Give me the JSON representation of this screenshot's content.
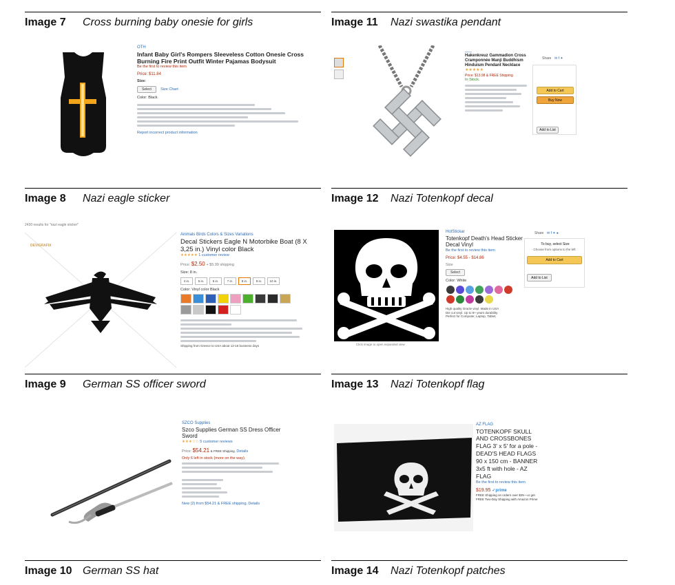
{
  "captions": {
    "img7": {
      "num": "Image 7",
      "title": "Cross burning baby onesie for girls"
    },
    "img11": {
      "num": "Image 11",
      "title": "Nazi swastika pendant"
    },
    "img8": {
      "num": "Image 8",
      "title": "Nazi eagle sticker"
    },
    "img12": {
      "num": "Image 12",
      "title": "Nazi Totenkopf decal"
    },
    "img9": {
      "num": "Image 9",
      "title": "German SS officer sword"
    },
    "img13": {
      "num": "Image 13",
      "title": "Nazi Totenkopf flag"
    },
    "img10": {
      "num": "Image 10",
      "title": "German SS hat"
    },
    "img14": {
      "num": "Image 14",
      "title": "Nazi Totenkopf patches"
    }
  },
  "listing7": {
    "brand": "OTH",
    "title": "Infant Baby Girl's Rompers Sleeveless Cotton Onesie Cross Burning Fire Print Outfit Winter Pajamas Bodysuit",
    "review_link": "Be the first to review this item",
    "price": "Price: $11.84",
    "size_label": "Size:",
    "size_select": "Select",
    "size_chart": "Size Chart",
    "color": "Color: Black",
    "report": "Report incorrect product information"
  },
  "listing11": {
    "title": "Hakenkreuz Gammadion Cross Cramponnée Manji Buddhism Hinduism Pendant Necklace",
    "price": "Price: $13.98 & FREE Shipping",
    "stock": "In Stock.",
    "add_to_cart": "Add to Cart",
    "buy_now": "Buy Now",
    "share": "Share",
    "add_to_list": "Add to List"
  },
  "listing8": {
    "results": "2430 results for \"nazi eagle sticker\"",
    "watermark": "DEVIGRAFIX",
    "brand": "Animals Birds Colors & Sizes Variations",
    "title": "Decal Stickers Eagle N Motorbike Boat (8 X 3,25 in.) Vinyl color Black",
    "reviews": "1 customer review",
    "price": "$2.50",
    "shipping": "+ $5.99 shipping",
    "size": "Size: 8 in.",
    "sizes": [
      "4 in.",
      "5 in.",
      "6 in.",
      "7 in.",
      "8 in.",
      "9 in.",
      "10 in."
    ],
    "color": "Color: Vinyl color Black",
    "swatches": [
      "#e87a2a",
      "#3b8fd9",
      "#2d5fb4",
      "#f2d20a",
      "#ef9fc0",
      "#4caf2d",
      "#3a3a3a",
      "#2a2a2a",
      "#c8a655",
      "#9a9a9a",
      "#c9c9c9",
      "#111111",
      "#d32020",
      "#ffffff"
    ],
    "bullet_last": "Shipping from Greece to USA about 12-16 business days"
  },
  "listing12": {
    "brand": "HotStickar",
    "title": "Totenkopf Death's Head Sticker Decal Vinyl",
    "review_link": "Be the first to review this item",
    "price": "Price: $4.55 - $14.86",
    "size": "Size",
    "select": "Select",
    "color": "Color: White",
    "zoom": "Click image to open expanded view",
    "b1": "High quality Oracle vinyl. Made in USA",
    "b2": "Die cut vinyl. Up to 8+ years durability",
    "b3": "Perfect for Computer, Laptop, Tablet,",
    "share": "Share",
    "buy_prompt": "To buy, select Size",
    "buy_prompt2": "Choose from options to the left",
    "add_to_cart": "Add to Cart",
    "add_to_list": "Add to List",
    "icon_colors": [
      "#3a3a3a",
      "#5a4ad8",
      "#5aa0e0",
      "#3fa35a",
      "#9b6bd8",
      "#e06aa0",
      "#d03a2a",
      "#d03a2a",
      "#2a8a3a",
      "#c03aa0",
      "#3a3a3a",
      "#e8d84a"
    ]
  },
  "listing9": {
    "brand": "SZCO Supplies",
    "title": "Szco Supplies German SS Dress Officer Sword",
    "reviews": "5 customer reviews",
    "price": "$54.21",
    "shipping": "& FREE Shipping.",
    "details": "Details",
    "stock": "Only 6 left in stock (more on the way).",
    "new_from": "New (2) from $54.21 & FREE shipping.",
    "new_details": "Details"
  },
  "listing13": {
    "brand": "AZ FLAG",
    "title": "TOTENKOPF SKULL AND CROSSBONES FLAG 3' x 5' for a pole - DEAD'S HEAD FLAGS 90 x 150 cm - BANNER 3x5 ft with hole - AZ FLAG",
    "review_link": "Be the first to review this item",
    "price": "$19.95",
    "prime": "✓prime",
    "free_ship": "FREE Shipping on orders over $25—or get FREE Two-Day Shipping with Amazon Prime"
  }
}
